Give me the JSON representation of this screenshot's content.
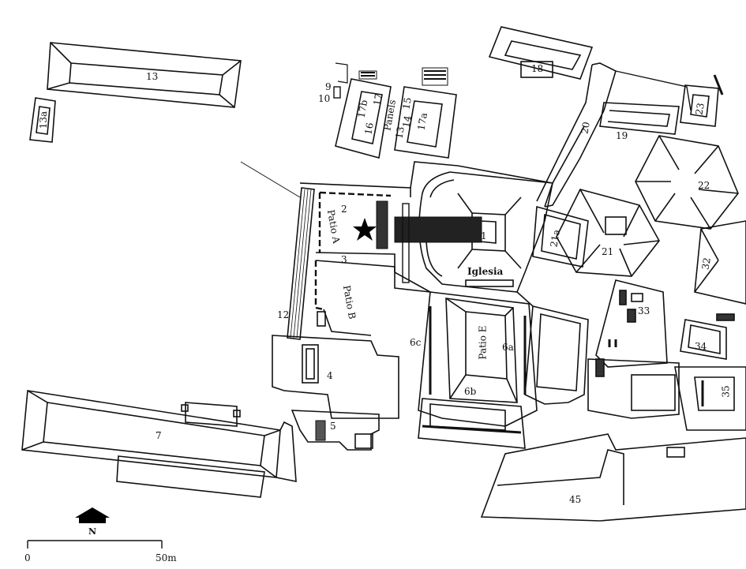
{
  "map": {
    "building_labels": {
      "b1": "1",
      "b2": "2",
      "b3": "3",
      "b4": "4",
      "b5": "5",
      "b6a": "6a",
      "b6b": "6b",
      "b6c": "6c",
      "b7": "7",
      "b9": "9",
      "b10": "10",
      "b12": "12",
      "b13": "13",
      "b13a": "13a",
      "b13s": "13",
      "b14": "14",
      "b15": "15",
      "b16": "16",
      "b17": "17",
      "b17a": "17a",
      "b17b": "17b",
      "b18": "18",
      "b19": "19",
      "b20": "20",
      "b21": "21",
      "b21a": "21a",
      "b22": "22",
      "b23": "23",
      "b32": "32",
      "b33": "33",
      "b34": "34",
      "b35": "35",
      "b45": "45"
    },
    "area_labels": {
      "patio_a": "Patio A",
      "patio_b": "Patio B",
      "patio_e": "Patio E",
      "iglesia": "Iglesia",
      "panels": "Panels"
    },
    "north_arrow": {
      "label": "N"
    },
    "scale_bar": {
      "start": "0",
      "end": "50m"
    }
  }
}
